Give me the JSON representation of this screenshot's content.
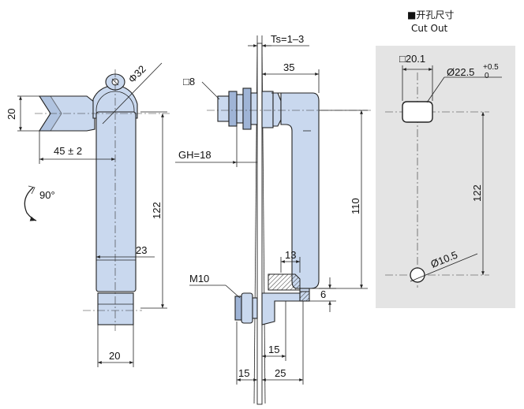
{
  "cutout": {
    "title_cn": "■开孔尺寸",
    "title_en": "Cut Out",
    "square": "□20.1",
    "diameter_large": "Ø22.5",
    "tol_upper": "+0.5",
    "tol_lower": "0",
    "pitch": "122",
    "diameter_small": "Ø10.5",
    "panel_color": "#e4e4e4"
  },
  "front_view": {
    "diameter": "Φ32",
    "height_left": "20",
    "offset": "45 ± 2",
    "rotation": "90°",
    "length": "122",
    "width_body": "23",
    "width_bottom": "20"
  },
  "side_view": {
    "thickness": "Ts=1–3",
    "square_key": "□8",
    "depth": "35",
    "grip_height": "GH=18",
    "handle_span": "110",
    "cam_width": "13",
    "cam_thickness": "6",
    "thread": "M10",
    "dim_15a": "15",
    "dim_15b": "15",
    "dim_25": "25"
  },
  "colors": {
    "part_fill": "#c9d8ee",
    "part_shade": "#9fb4d6"
  }
}
